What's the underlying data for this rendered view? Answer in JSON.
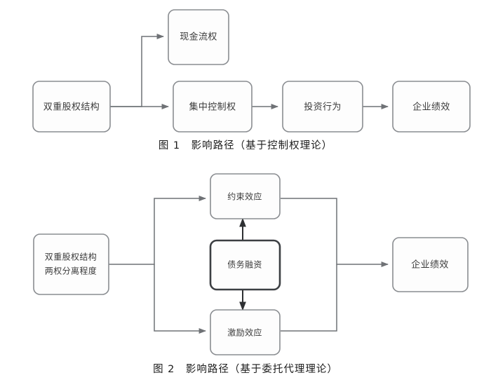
{
  "figures": [
    {
      "id": "figure-1",
      "caption": "图 1　影响路径（基于控制权理论）",
      "caption_number": "图 1",
      "caption_text": "影响路径（基于控制权理论）",
      "nodes": [
        {
          "id": "dual-class-structure",
          "label": "双重股权结构",
          "lines": [
            "双重股权结构"
          ]
        },
        {
          "id": "cash-flow-rights",
          "label": "现金流权",
          "lines": [
            "现金流权"
          ]
        },
        {
          "id": "concentrated-control-rights",
          "label": "集中控制权",
          "lines": [
            "集中控制权"
          ]
        },
        {
          "id": "investment-behavior",
          "label": "投资行为",
          "lines": [
            "投资行为"
          ]
        },
        {
          "id": "firm-performance",
          "label": "企业绩效",
          "lines": [
            "企业绩效"
          ]
        }
      ],
      "edges": [
        {
          "from": "dual-class-structure",
          "to": "cash-flow-rights"
        },
        {
          "from": "dual-class-structure",
          "to": "concentrated-control-rights"
        },
        {
          "from": "concentrated-control-rights",
          "to": "investment-behavior"
        },
        {
          "from": "investment-behavior",
          "to": "firm-performance"
        }
      ]
    },
    {
      "id": "figure-2",
      "caption": "图 2　影响路径（基于委托代理理论）",
      "caption_number": "图 2",
      "caption_text": "影响路径（基于委托代理理论）",
      "nodes": [
        {
          "id": "dual-class-separation",
          "label": "双重股权结构 两权分离程度",
          "lines": [
            "双重股权结构",
            "两权分离程度"
          ]
        },
        {
          "id": "constraint-effect",
          "label": "约束效应",
          "lines": [
            "约束效应"
          ]
        },
        {
          "id": "debt-financing",
          "label": "债务融资",
          "lines": [
            "债务融资"
          ],
          "emphasis": true
        },
        {
          "id": "incentive-effect",
          "label": "激励效应",
          "lines": [
            "激励效应"
          ]
        },
        {
          "id": "firm-performance",
          "label": "企业绩效",
          "lines": [
            "企业绩效"
          ]
        }
      ],
      "edges": [
        {
          "from": "dual-class-separation",
          "to": "constraint-effect"
        },
        {
          "from": "dual-class-separation",
          "to": "incentive-effect"
        },
        {
          "from": "debt-financing",
          "to": "constraint-effect"
        },
        {
          "from": "debt-financing",
          "to": "incentive-effect"
        },
        {
          "from": "constraint-effect",
          "to": "firm-performance"
        },
        {
          "from": "incentive-effect",
          "to": "firm-performance"
        }
      ]
    }
  ],
  "colors": {
    "node_stroke": "#8a8d91",
    "node_stroke_emphasis": "#3c3f43",
    "node_fill": "#fdfdfd",
    "edge": "#6f7276",
    "edge_dark": "#2e3033",
    "text": "#3a3a3a",
    "caption_text": "#1b1b1b",
    "background": "#ffffff"
  }
}
